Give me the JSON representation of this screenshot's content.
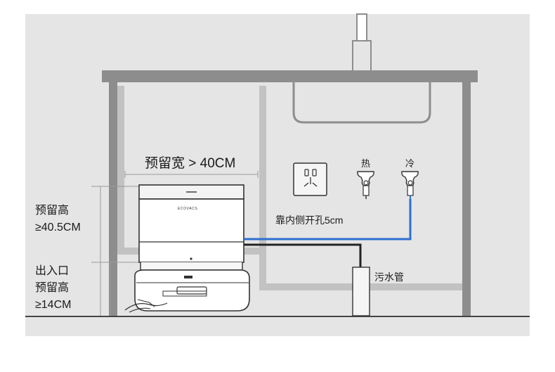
{
  "labels": {
    "width_reserve": "预留宽 > 40CM",
    "height_reserve_1": "预留高",
    "height_reserve_2": "≥40.5CM",
    "inlet_1": "出入口",
    "inlet_2": "预留高",
    "inlet_3": "≥14CM",
    "side_hole": "靠内侧开孔5cm",
    "hot": "热",
    "cold": "冷",
    "drain": "污水管",
    "brand": "ECOVACS"
  },
  "colors": {
    "background": "#e5e5e5",
    "structure": "#8d8d8d",
    "inner_panel": "#c2c2c2",
    "water_pipe": "#2d6fd0",
    "drain_pipe": "#222222",
    "dimension_line": "#9a9a9a"
  },
  "icons": [
    "power-socket-icon",
    "hot-water-valve-icon",
    "cold-water-valve-icon",
    "robot-vacuum-base-station"
  ]
}
